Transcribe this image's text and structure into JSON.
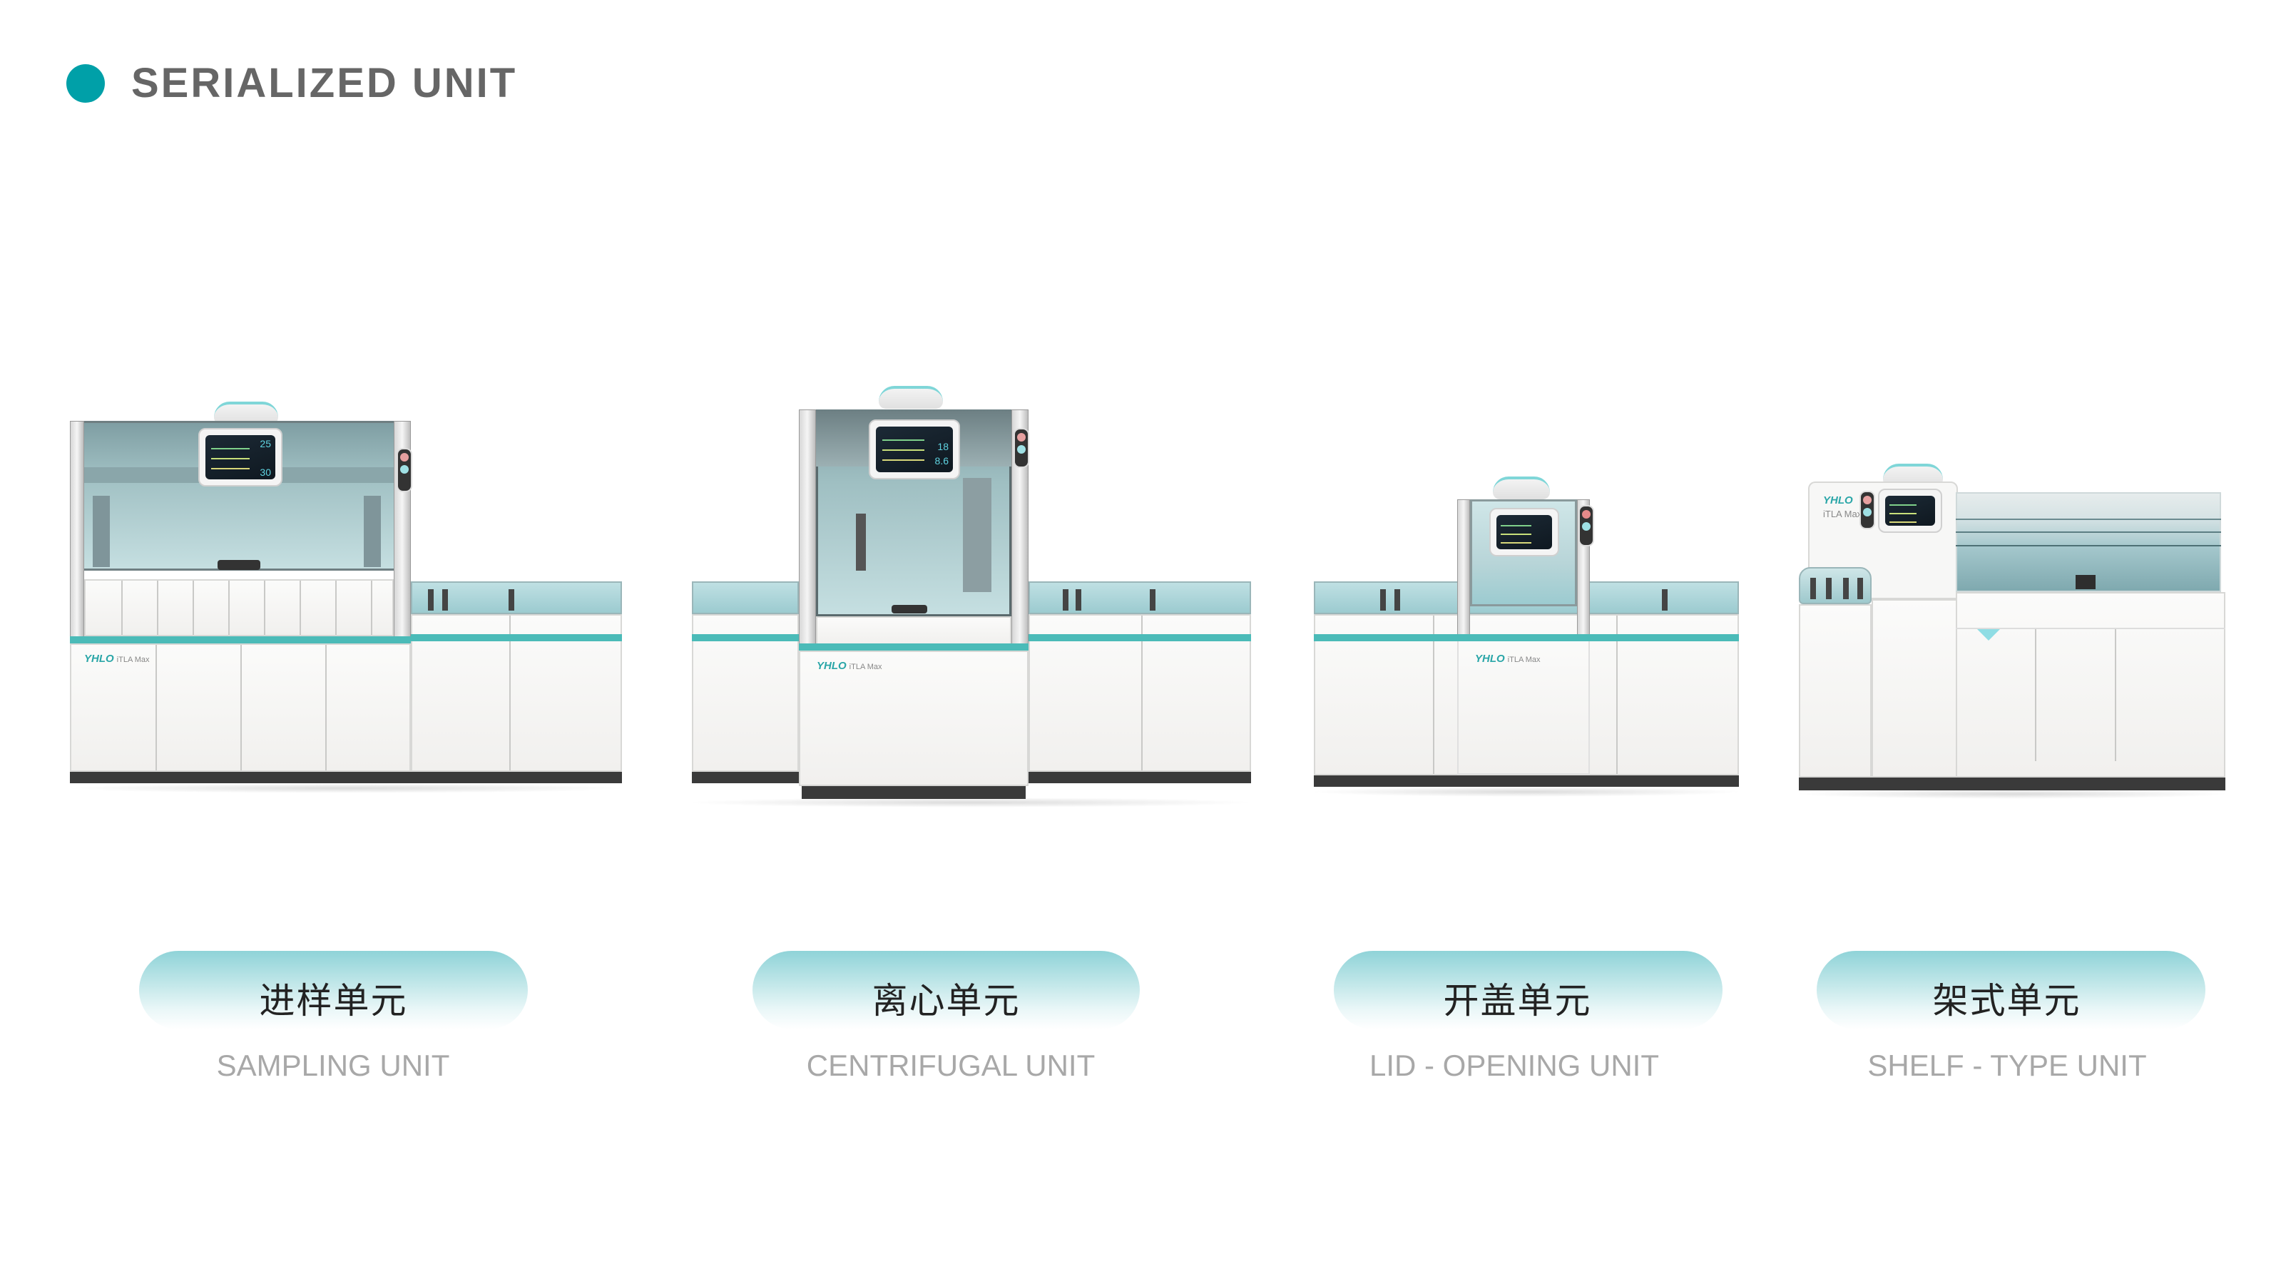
{
  "header": {
    "title": "SERIALIZED UNIT",
    "bullet_color": "#00a0a8"
  },
  "colors": {
    "accent_teal": "#4bbbb8",
    "title_gray": "#666666",
    "label_gray": "#a8a8a8",
    "pill_gradient_top": "#8fd3d8"
  },
  "brand": {
    "logo": "YHLO",
    "model": "iTLA Max"
  },
  "screen_values": [
    "25",
    "18",
    "8.6",
    "30"
  ],
  "units": [
    {
      "name_cn": "进样单元",
      "name_en": "SAMPLING UNIT"
    },
    {
      "name_cn": "离心单元",
      "name_en": "CENTRIFUGAL UNIT"
    },
    {
      "name_cn": "开盖单元",
      "name_en": "LID - OPENING UNIT"
    },
    {
      "name_cn": "架式单元",
      "name_en": "SHELF - TYPE UNIT"
    }
  ]
}
